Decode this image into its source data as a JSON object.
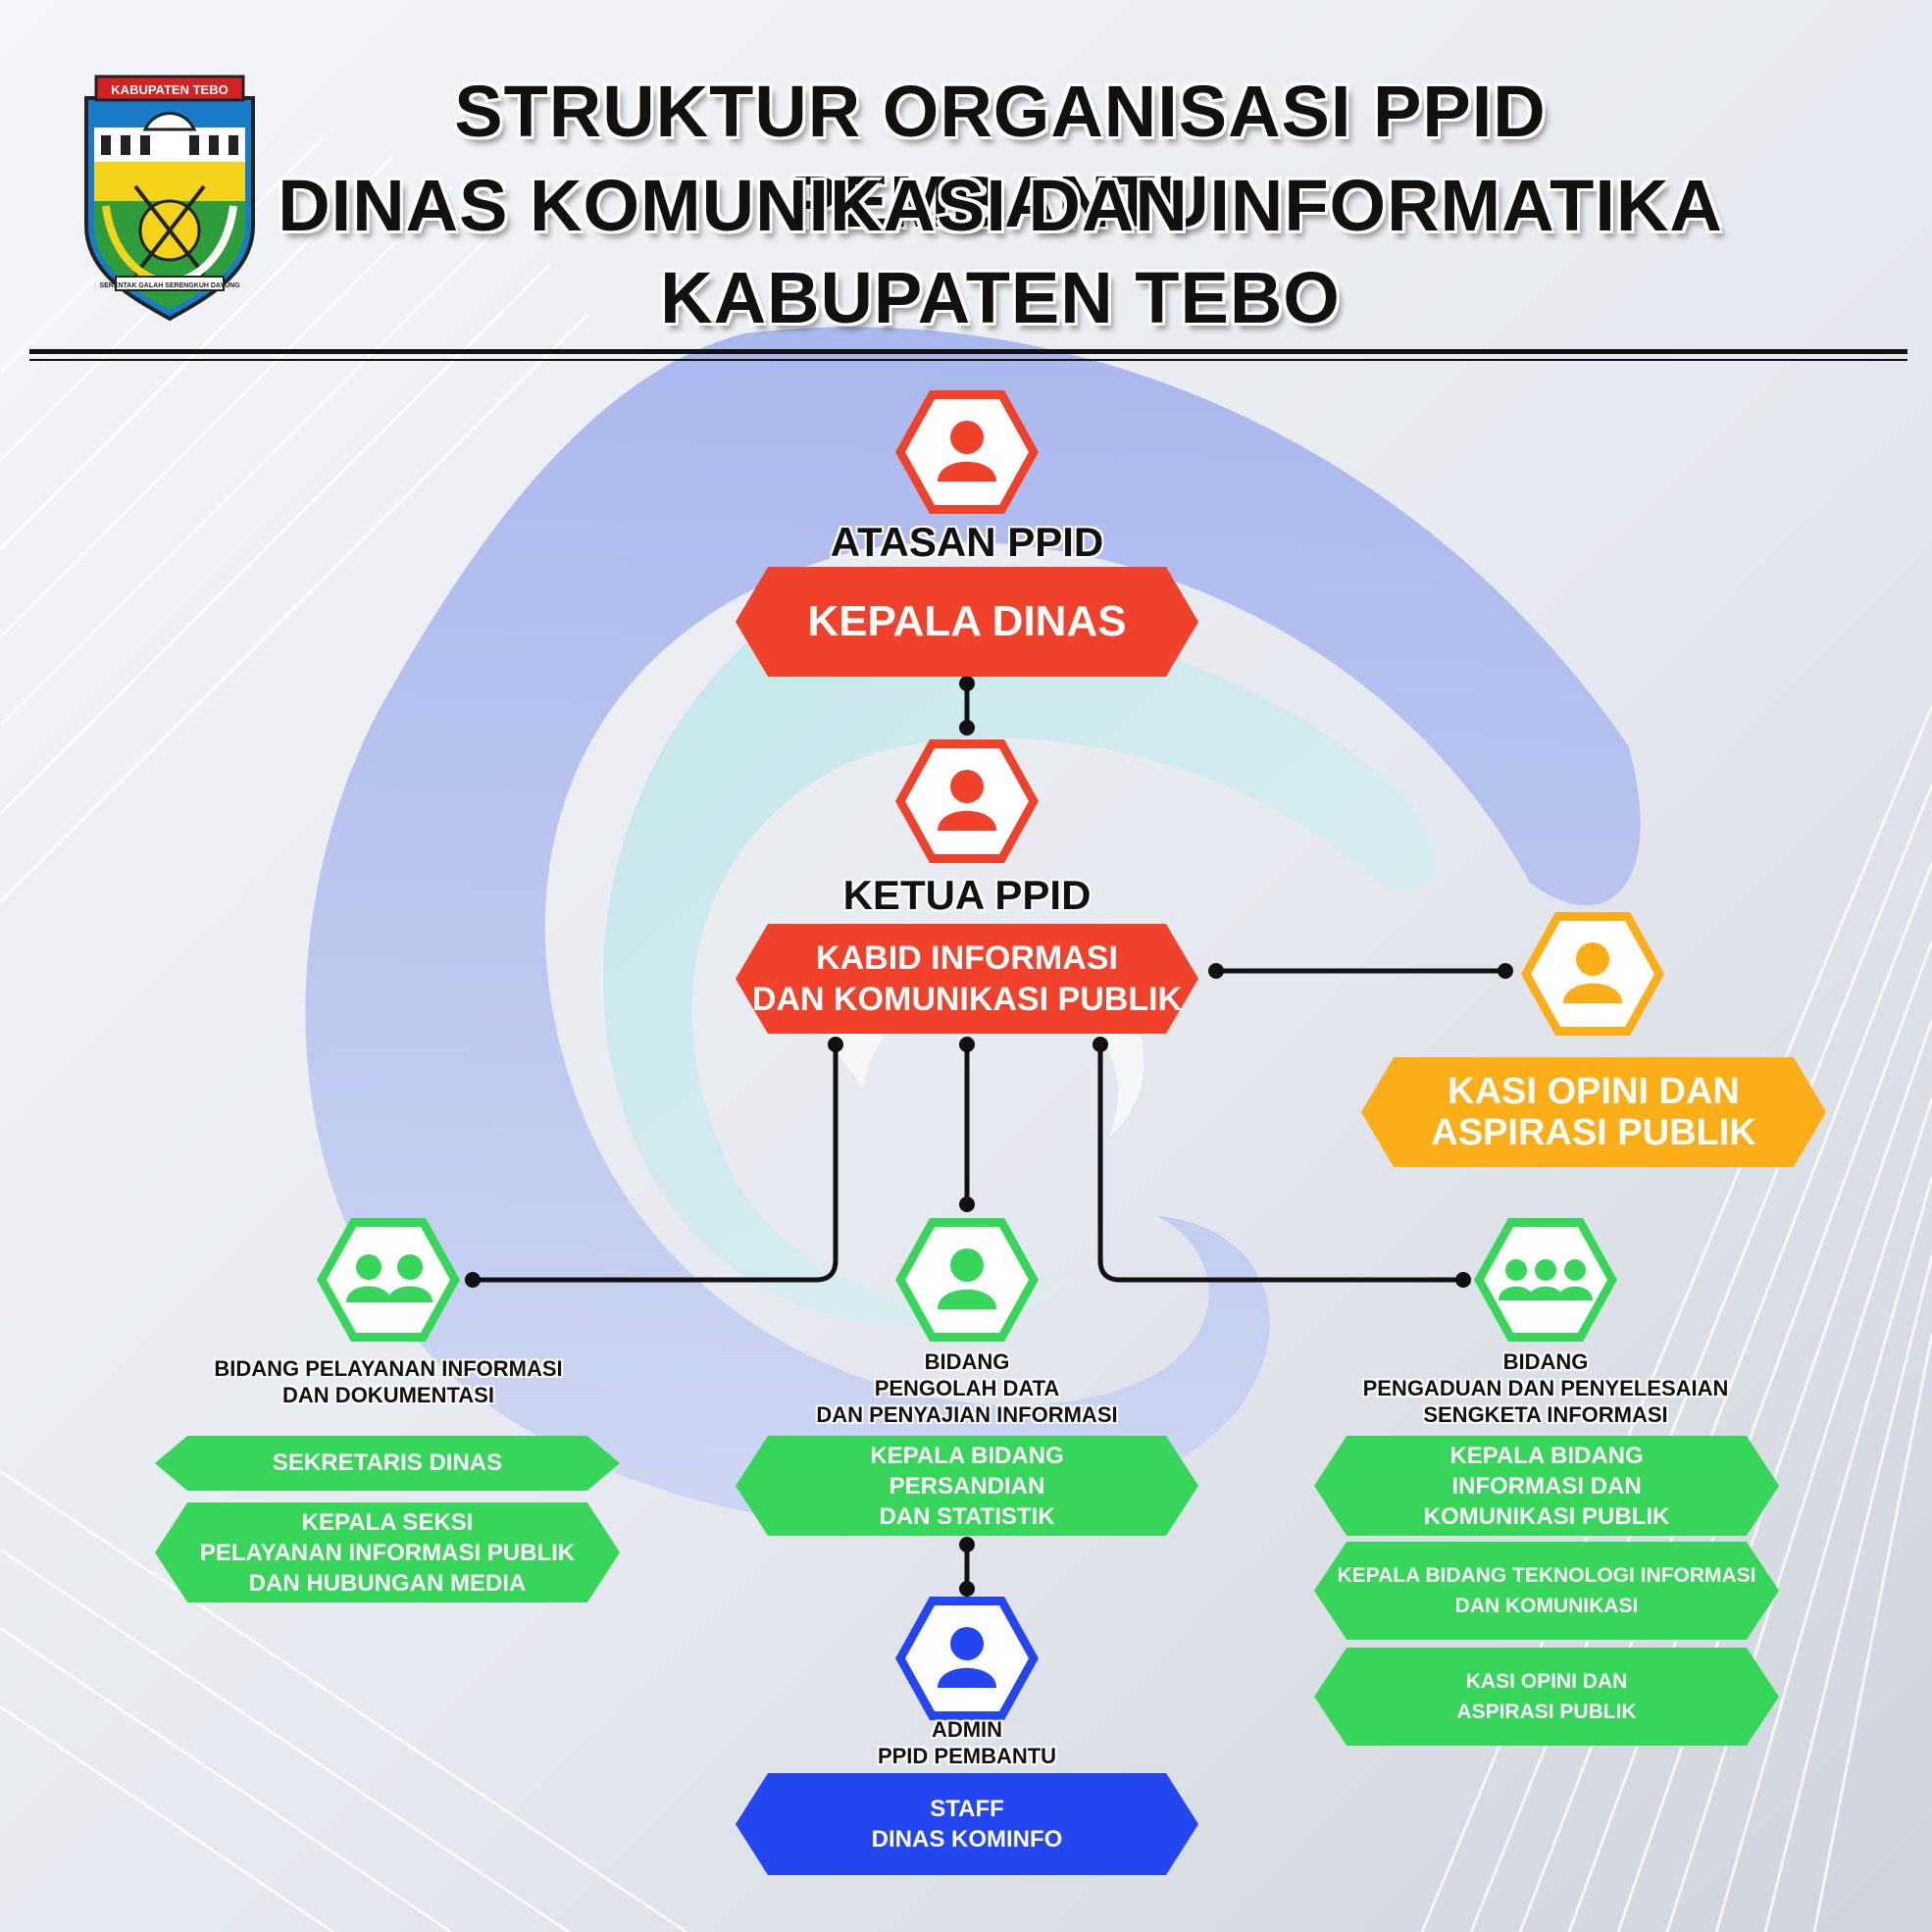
{
  "header": {
    "logo_label": "KABUPATEN TEBO",
    "logo_motto": "SERENTAK GALAH SERENGKUH DAYUNG",
    "title_line1": "STRUKTUR ORGANISASI PPID PEMBANTU",
    "title_line2": "DINAS KOMUNIKASI DAN INFORMATIKA",
    "title_line3": "KABUPATEN TEBO"
  },
  "nodes": {
    "atasan": {
      "role": "ATASAN PPID",
      "name": "KEPALA DINAS"
    },
    "ketua": {
      "role": "KETUA PPID",
      "name": "KABID INFORMASI\nDAN KOMUNIKASI PUBLIK"
    },
    "kasi": {
      "name": "KASI OPINI DAN\nASPIRASI PUBLIK"
    },
    "pelayanan": {
      "role": "BIDANG PELAYANAN INFORMASI\nDAN DOKUMENTASI",
      "members": [
        "SEKRETARIS DINAS",
        "KEPALA SEKSI\nPELAYANAN INFORMASI PUBLIK\nDAN HUBUNGAN MEDIA"
      ]
    },
    "pengolah": {
      "role": "BIDANG\nPENGOLAH DATA\nDAN PENYAJIAN INFORMASI",
      "members": [
        "KEPALA BIDANG\nPERSANDIAN\nDAN STATISTIK"
      ]
    },
    "pengaduan": {
      "role": "BIDANG\nPENGADUAN DAN PENYELESAIAN\nSENGKETA INFORMASI",
      "members": [
        "KEPALA BIDANG\nINFORMASI DAN\nKOMUNIKASI PUBLIK",
        "KEPALA BIDANG TEKNOLOGI INFORMASI\nDAN KOMUNIKASI",
        "KASI OPINI DAN\nASPIRASI PUBLIK"
      ]
    },
    "admin": {
      "role": "ADMIN\nPPID PEMBANTU",
      "name": "STAFF\nDINAS KOMINFO"
    }
  },
  "colors": {
    "red": "#f0422b",
    "orange": "#fbae17",
    "green": "#37d65a",
    "blue": "#2346f0",
    "swirl": "#9fb0ea"
  }
}
